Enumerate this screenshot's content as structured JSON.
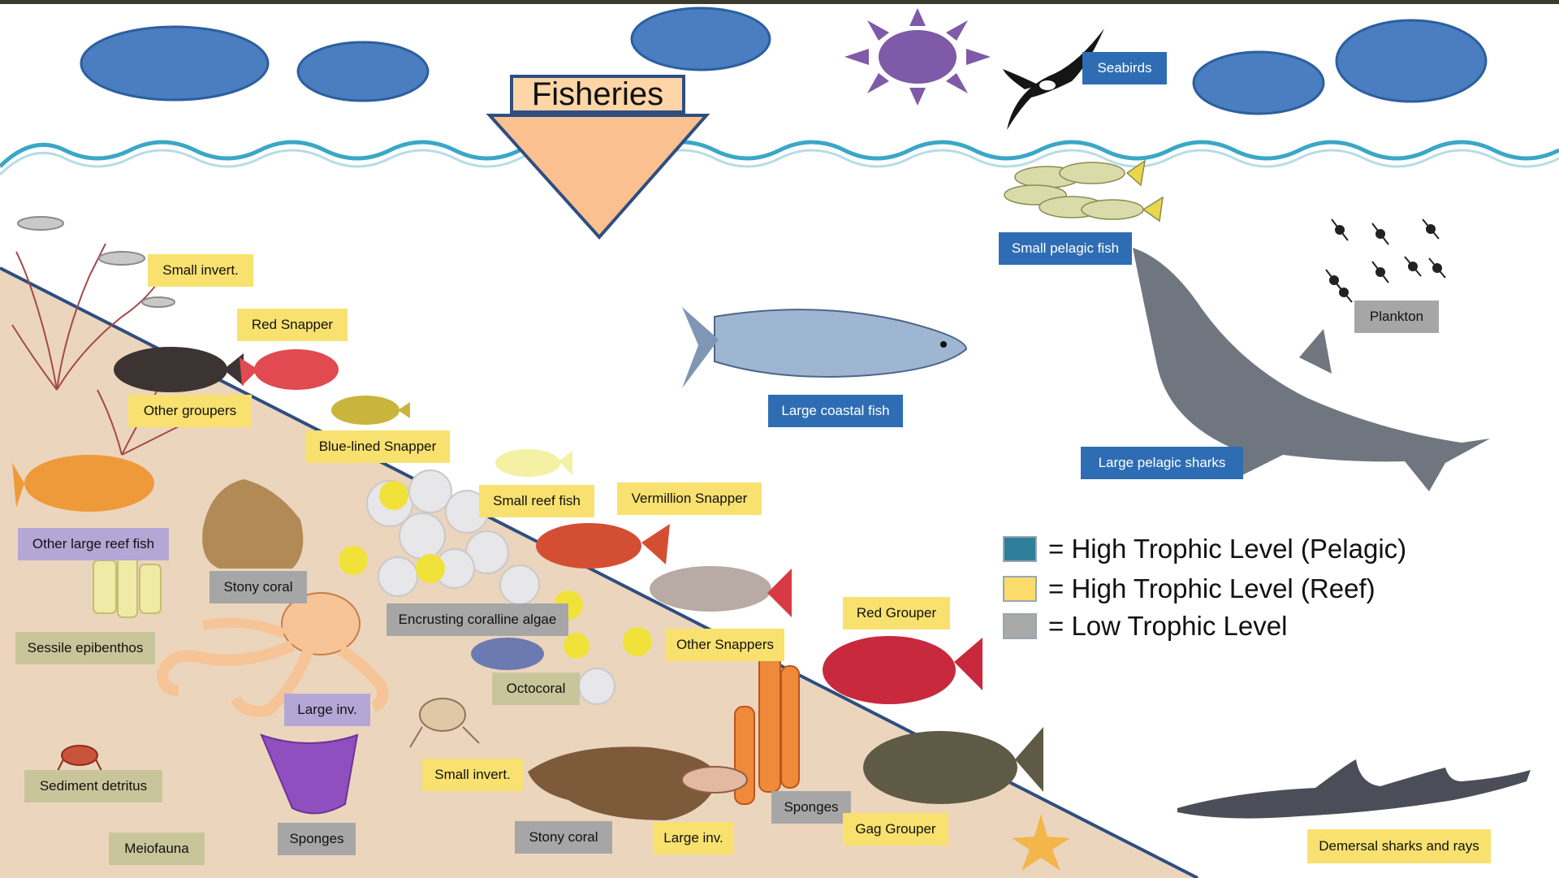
{
  "title": "Fisheries",
  "colors": {
    "pelagic_label": "#2e6db4",
    "reef_label": "#f8e16f",
    "low_label": "#a6a6a6",
    "olive_label": "#c9c59a",
    "purple_label": "#b4a7d6",
    "seabed": "#ecd5bd",
    "water_line": "#3aa7c7",
    "slope_line": "#2f4e80",
    "cloud": "#4a7ec0",
    "sun": "#7e5aa8",
    "funnel": "#fbc08f",
    "legend_pelagic": "#2e7f9a",
    "legend_reef": "#fbdc6a",
    "legend_low": "#a9a9a9"
  },
  "labels": {
    "seabirds": "Seabirds",
    "small_pelagic_fish": "Small pelagic fish",
    "plankton": "Plankton",
    "large_coastal_fish": "Large coastal fish",
    "large_pelagic_sharks": "Large pelagic sharks",
    "small_invert_top": "Small invert.",
    "red_snapper": "Red Snapper",
    "other_groupers": "Other groupers",
    "blue_lined_snapper": "Blue-lined Snapper",
    "small_reef_fish": "Small reef fish",
    "vermillion_snapper": "Vermillion Snapper",
    "other_large_reef_fish": "Other large reef fish",
    "stony_coral_top": "Stony coral",
    "encrusting_coralline_algae": "Encrusting coralline algae",
    "sessile_epibenthos": "Sessile epibenthos",
    "other_snappers": "Other Snappers",
    "red_grouper": "Red Grouper",
    "octocoral": "Octocoral",
    "large_inv_left": "Large inv.",
    "small_invert_bottom": "Small invert.",
    "sediment_detritus": "Sediment detritus",
    "sponges_left": "Sponges",
    "sponges_right": "Sponges",
    "stony_coral_bottom": "Stony coral",
    "large_inv_bottom": "Large inv.",
    "gag_grouper": "Gag Grouper",
    "meiofauna": "Meiofauna",
    "demersal_sharks": "Demersal sharks and rays"
  },
  "legend": [
    {
      "text": "= High Trophic Level (Pelagic)",
      "color": "#2e7f9a"
    },
    {
      "text": "= High Trophic Level (Reef)",
      "color": "#fbdc6a"
    },
    {
      "text": "= Low Trophic Level",
      "color": "#a9a9a9"
    }
  ],
  "icons": {
    "sun": "sun-icon",
    "cloud": "cloud-icon",
    "bird": "frigatebird-icon",
    "shark": "shark-icon",
    "fish": "fish-icon",
    "octopus": "octopus-icon",
    "crab": "crab-icon",
    "shrimp": "shrimp-icon",
    "coral": "coral-icon",
    "sponge": "sponge-icon",
    "starfish": "starfish-icon"
  }
}
